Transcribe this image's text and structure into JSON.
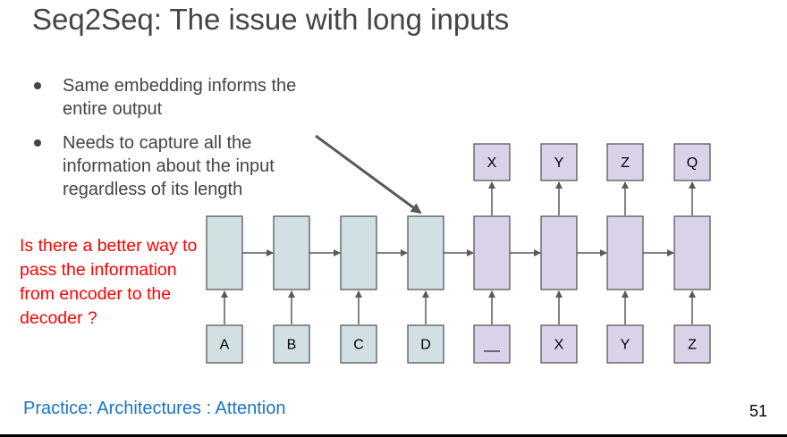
{
  "slide": {
    "title": "Seq2Seq: The issue with long inputs",
    "bullets": [
      "Same embedding informs the entire output",
      "Needs to capture all the information about the input regardless of its length"
    ],
    "question": "Is there a better way to pass the information from encoder to the decoder ?",
    "footer": "Practice: Architectures : Attention",
    "page_number": "51"
  },
  "diagram": {
    "colors": {
      "encoder_fill": "#d0e0e3",
      "decoder_fill": "#d9d2e9",
      "stroke": "#595959",
      "arrow": "#595959",
      "callout_arrow": "#595959"
    },
    "encoder_inputs": [
      "A",
      "B",
      "C",
      "D"
    ],
    "decoder_inputs": [
      "__",
      "X",
      "Y",
      "Z"
    ],
    "decoder_outputs": [
      "X",
      "Y",
      "Z",
      "Q"
    ]
  }
}
